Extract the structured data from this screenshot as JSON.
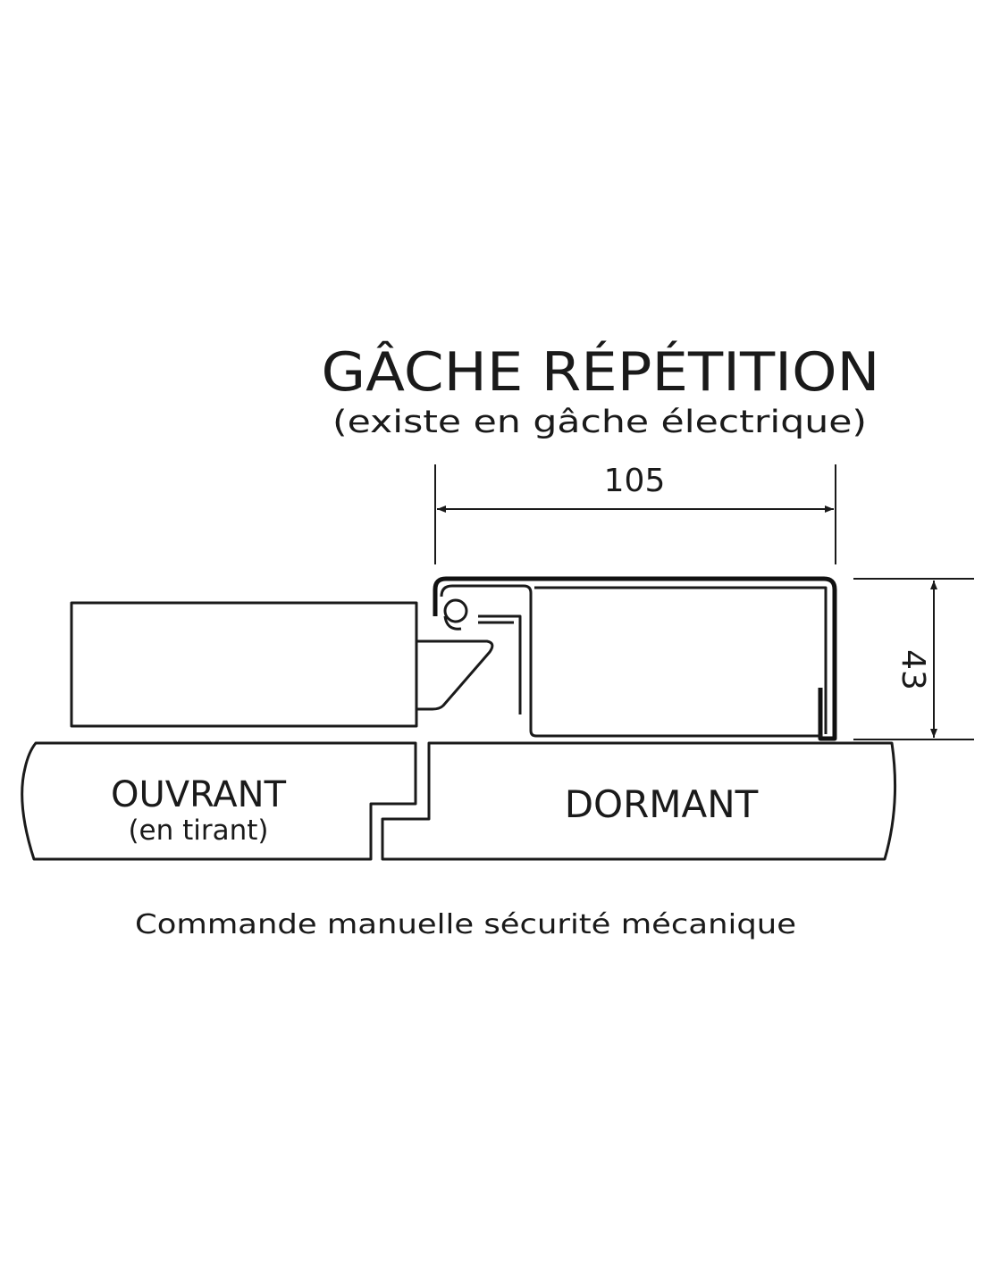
{
  "title": "GÂCHE RÉPÉTITION",
  "subtitle": "(existe en gâche électrique)",
  "dimensions": {
    "width_label": "105",
    "height_label": "43"
  },
  "labels": {
    "ouvrant": "OUVRANT",
    "ouvrant_sub": "(en tirant)",
    "dormant": "DORMANT"
  },
  "caption": "Commande manuelle sécurité mécanique"
}
